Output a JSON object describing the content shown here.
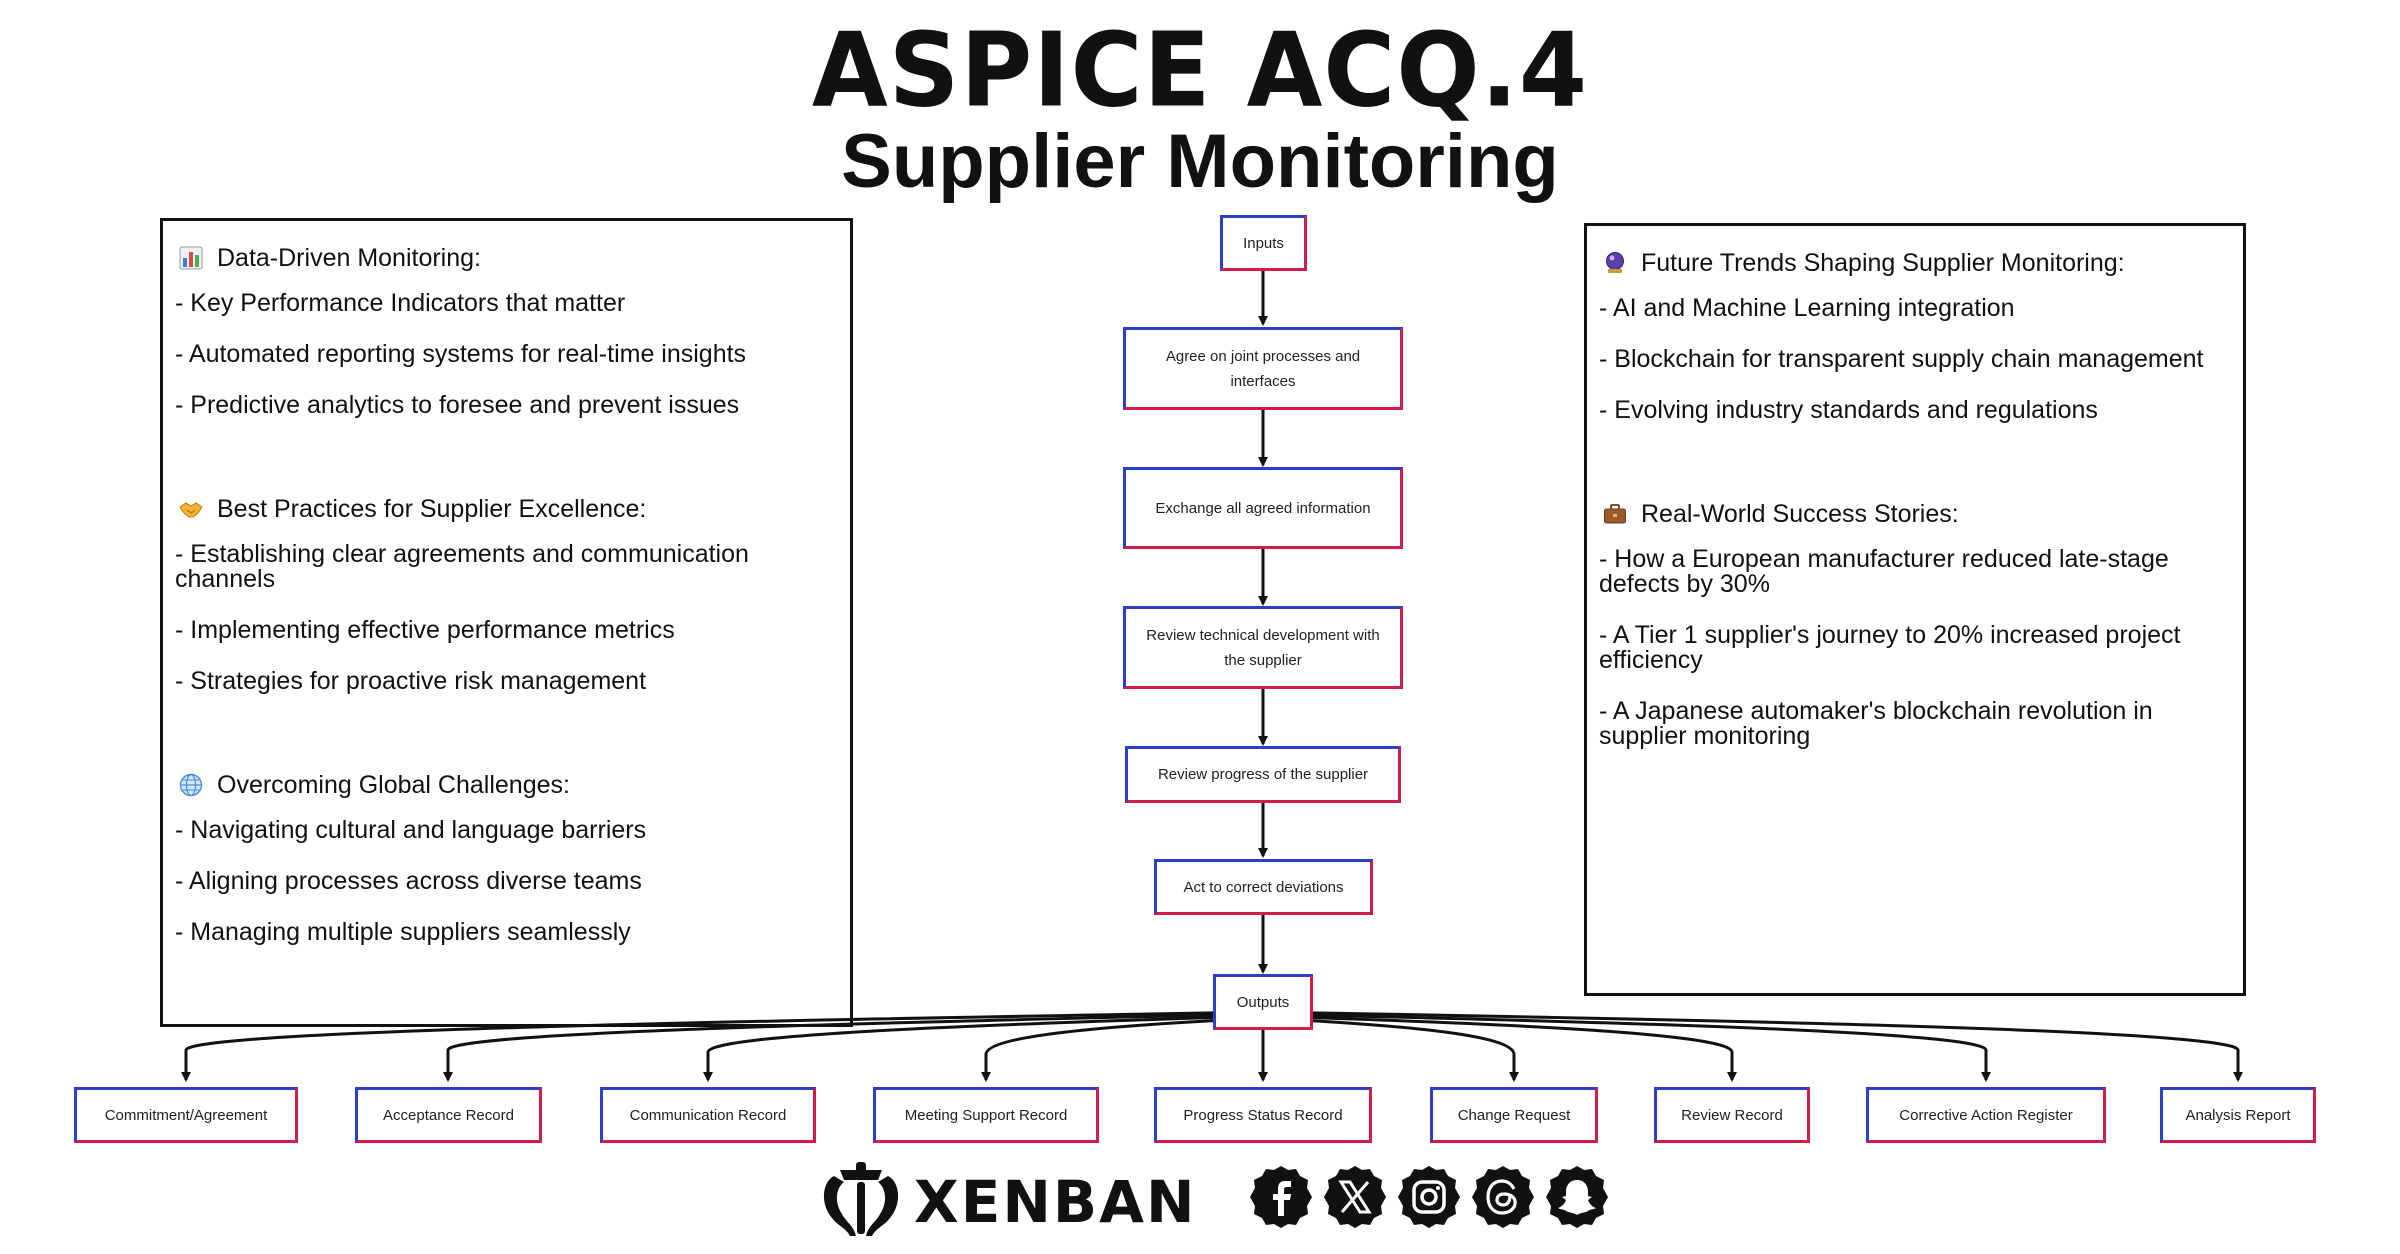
{
  "title": "ASPICE ACQ.4",
  "subtitle": "Supplier Monitoring",
  "left_panel": {
    "sections": [
      {
        "icon": "bar-chart-icon",
        "heading": "Data-Driven Monitoring:",
        "items": [
          "- Key Performance Indicators that matter",
          "- Automated reporting systems for real-time insights",
          "- Predictive analytics to foresee and prevent issues"
        ]
      },
      {
        "icon": "handshake-icon",
        "heading": "Best Practices for Supplier Excellence:",
        "items": [
          "- Establishing clear agreements and communication channels",
          "- Implementing effective performance metrics",
          "- Strategies for proactive risk management"
        ]
      },
      {
        "icon": "globe-icon",
        "heading": "Overcoming Global Challenges:",
        "items": [
          "- Navigating cultural and language barriers",
          "- Aligning processes across diverse teams",
          "- Managing multiple suppliers seamlessly"
        ]
      }
    ]
  },
  "right_panel": {
    "sections": [
      {
        "icon": "crystal-ball-icon",
        "heading": "Future Trends Shaping Supplier Monitoring:",
        "items": [
          "- AI and Machine Learning integration",
          "- Blockchain for transparent supply chain management",
          "- Evolving industry standards and regulations"
        ]
      },
      {
        "icon": "briefcase-icon",
        "heading": "Real-World Success Stories:",
        "items": [
          "- How a European manufacturer reduced late-stage defects by 30%",
          "- A Tier 1 supplier's journey to 20% increased project efficiency",
          "- A Japanese automaker's blockchain revolution in supplier monitoring"
        ]
      }
    ]
  },
  "flow": {
    "inputs": "Inputs",
    "steps": [
      "Agree on joint processes and interfaces",
      "Exchange all agreed information",
      "Review technical development with the supplier",
      "Review progress of the supplier",
      "Act to correct deviations"
    ],
    "outputs": "Outputs",
    "output_items": [
      "Commitment/Agreement",
      "Acceptance Record",
      "Communication Record",
      "Meeting Support Record",
      "Progress Status Record",
      "Change Request",
      "Review Record",
      "Corrective Action Register",
      "Analysis Report"
    ]
  },
  "colors": {
    "box_border_blue": "#2b3fc9",
    "box_border_red": "#d21d48"
  },
  "footer": {
    "brand": "XENBAN",
    "logo_icon": "xenban-logo-icon",
    "social_icons": [
      "facebook-icon",
      "x-icon",
      "instagram-icon",
      "threads-icon",
      "snapchat-icon"
    ]
  }
}
